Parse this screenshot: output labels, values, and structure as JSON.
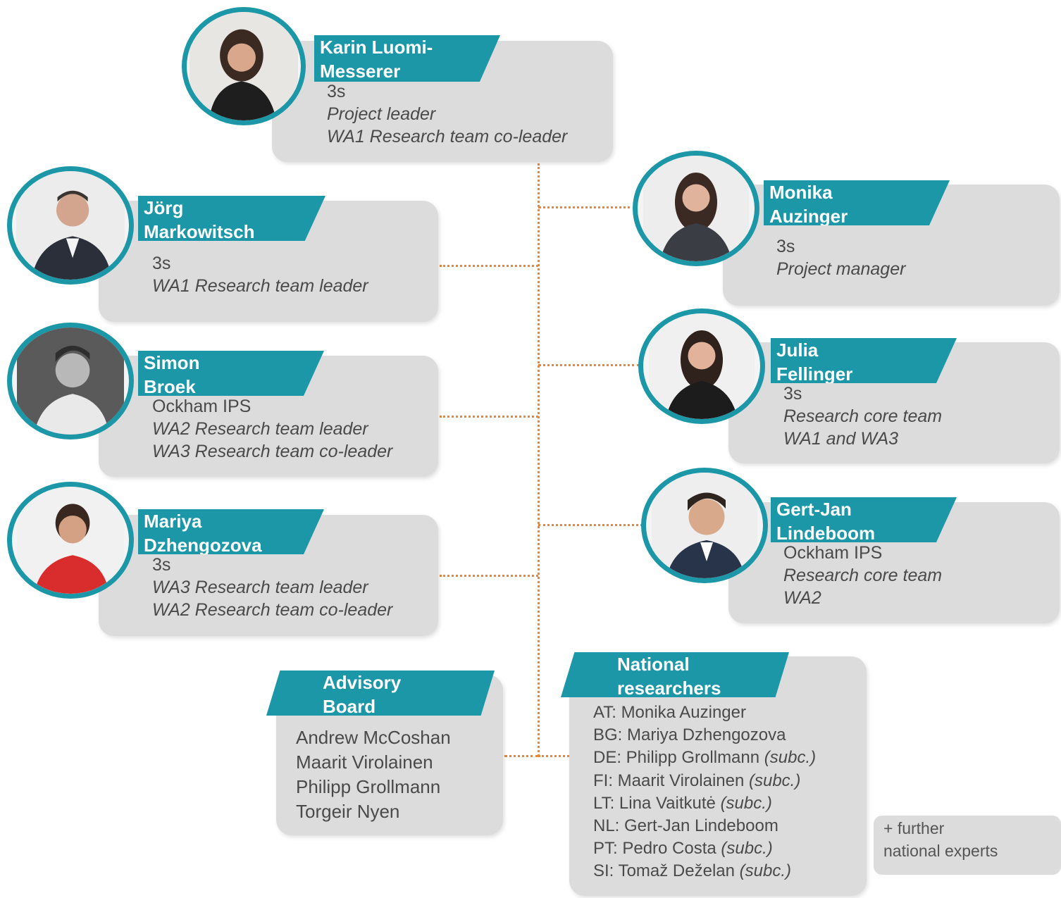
{
  "colors": {
    "accent": "#1b97a8",
    "card": "#dcdcdc",
    "connector": "#e8873a"
  },
  "people": {
    "karin": {
      "name1": "Karin Luomi-",
      "name2": "Messerer",
      "org": "3s",
      "role1": "Project leader",
      "role2": "WA1 Research team co-leader"
    },
    "jorg": {
      "name1": "Jörg",
      "name2": "Markowitsch",
      "org": "3s",
      "role1": "WA1 Research team leader"
    },
    "simon": {
      "name1": "Simon",
      "name2": "Broek",
      "org": "Ockham IPS",
      "role1": "WA2 Research team leader",
      "role2": "WA3 Research team co-leader"
    },
    "mariya": {
      "name1": "Mariya",
      "name2": "Dzhengozova",
      "org": "3s",
      "role1": "WA3 Research team leader",
      "role2": "WA2 Research team co-leader"
    },
    "monika": {
      "name1": "Monika",
      "name2": "Auzinger",
      "org": "3s",
      "role1": "Project manager"
    },
    "julia": {
      "name1": "Julia",
      "name2": "Fellinger",
      "org": "3s",
      "role1": "Research core team",
      "role2": "WA1 and WA3"
    },
    "gertjan": {
      "name1": "Gert-Jan",
      "name2": "Lindeboom",
      "org": "Ockham IPS",
      "role1": "Research core team",
      "role2": "WA2"
    }
  },
  "advisory": {
    "title1": "Advisory",
    "title2": "Board",
    "members": [
      "Andrew McCoshan",
      "Maarit Virolainen",
      "Philipp Grollmann",
      "Torgeir Nyen"
    ]
  },
  "national": {
    "title1": "National",
    "title2": "researchers",
    "entries": [
      {
        "text": "AT: Monika Auzinger",
        "note": ""
      },
      {
        "text": "BG: Mariya Dzhengozova",
        "note": ""
      },
      {
        "text": "DE: Philipp  Grollmann",
        "note": "(subc.)"
      },
      {
        "text": "FI: Maarit Virolainen",
        "note": "(subc.)"
      },
      {
        "text": "LT: Lina Vaitkutė",
        "note": "(subc.)"
      },
      {
        "text": "NL: Gert-Jan Lindeboom",
        "note": ""
      },
      {
        "text": "PT: Pedro Costa",
        "note": "(subc.)"
      },
      {
        "text": "SI: Tomaž Deželan",
        "note": "(subc.)"
      }
    ]
  },
  "further": {
    "line1": "+ further",
    "line2": "national experts"
  }
}
